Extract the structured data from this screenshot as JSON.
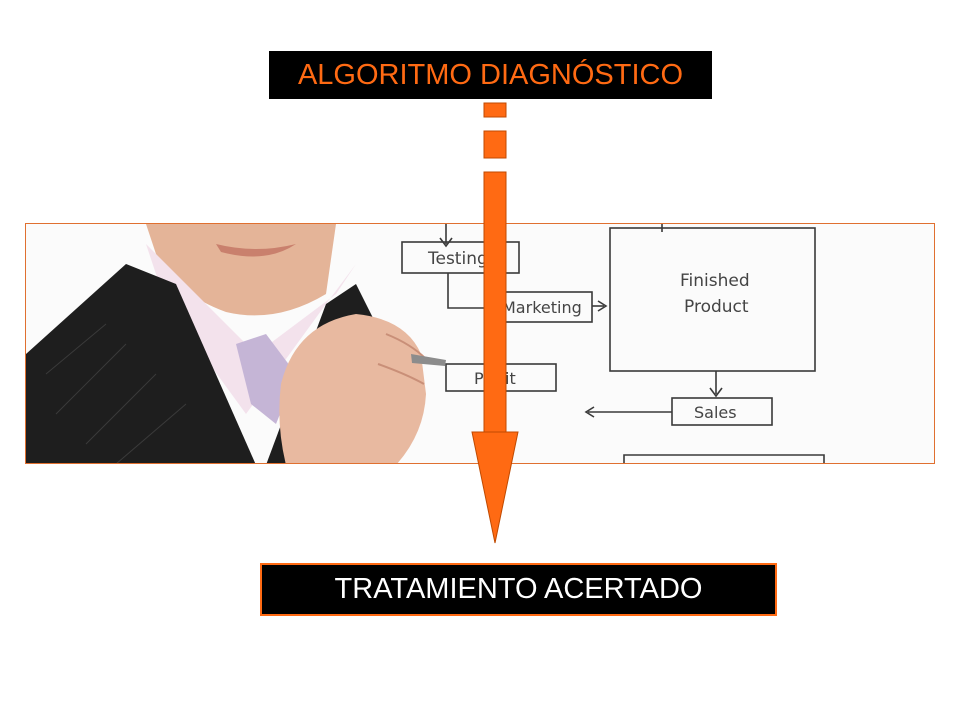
{
  "title": "ALGORITMO DIAGNÓSTICO",
  "result": "TRATAMIENTO ACERTADO",
  "flowchart_sketch": {
    "testing": "Testing",
    "marketing": "Marketing",
    "profit": "Profit",
    "finished_line1": "Finished",
    "finished_line2": "Product",
    "sales": "Sales"
  },
  "colors": {
    "accent": "#ff6a13",
    "box_background": "#000000",
    "result_text": "#ffffff"
  }
}
